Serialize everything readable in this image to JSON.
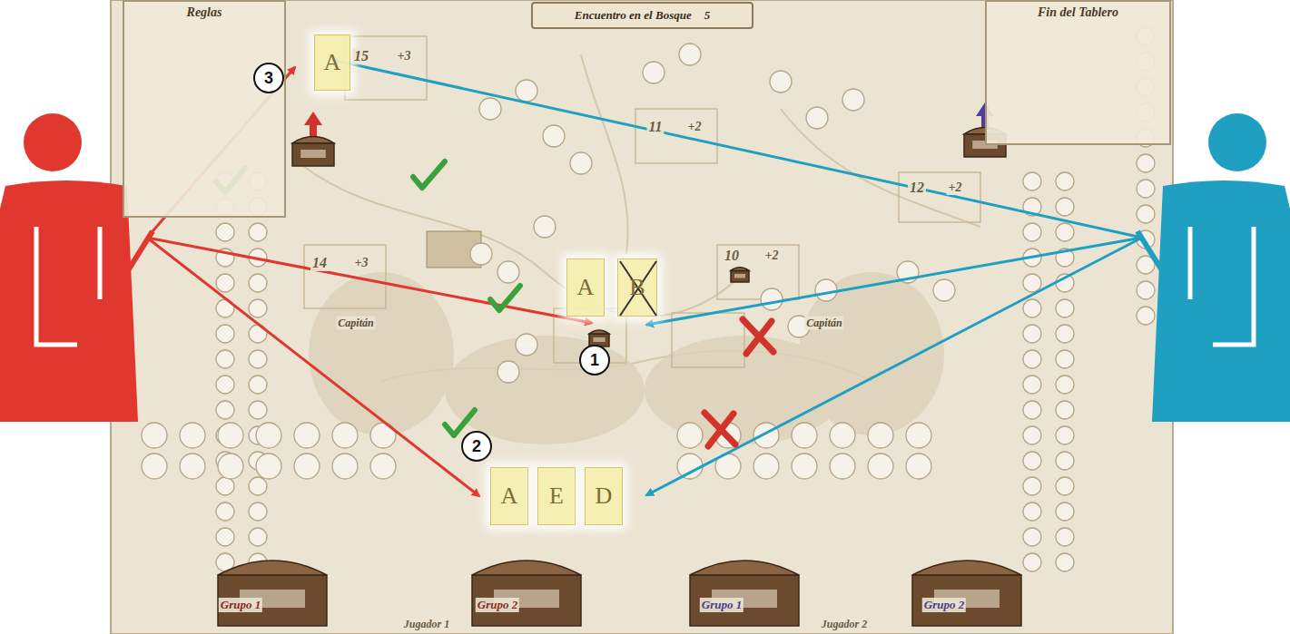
{
  "diagram": {
    "nodes": [
      {
        "text": [
          "Reglas"
        ]
      },
      {
        "text": [
          "Encuentro en el Bosque",
          "5"
        ]
      },
      {
        "text": [
          "Fin del Tablero"
        ]
      },
      {
        "text": [
          "3"
        ]
      },
      {
        "text": [
          "A"
        ]
      },
      {
        "text": [
          "A"
        ]
      },
      {
        "text": [
          "B"
        ]
      },
      {
        "text": [
          "1"
        ]
      },
      {
        "text": [
          "2"
        ]
      },
      {
        "text": [
          "A"
        ]
      },
      {
        "text": [
          "E"
        ]
      },
      {
        "text": [
          "D"
        ]
      }
    ],
    "labels": [
      "15",
      "+3",
      "11",
      "+2",
      "12",
      "+2",
      "14",
      "+3",
      "10",
      "+2",
      "Capitán",
      "Capitán",
      "Grupo 1",
      "Grupo 2",
      "Grupo 1",
      "Grupo 2",
      "Jugador 1",
      "Jugador 2"
    ]
  }
}
